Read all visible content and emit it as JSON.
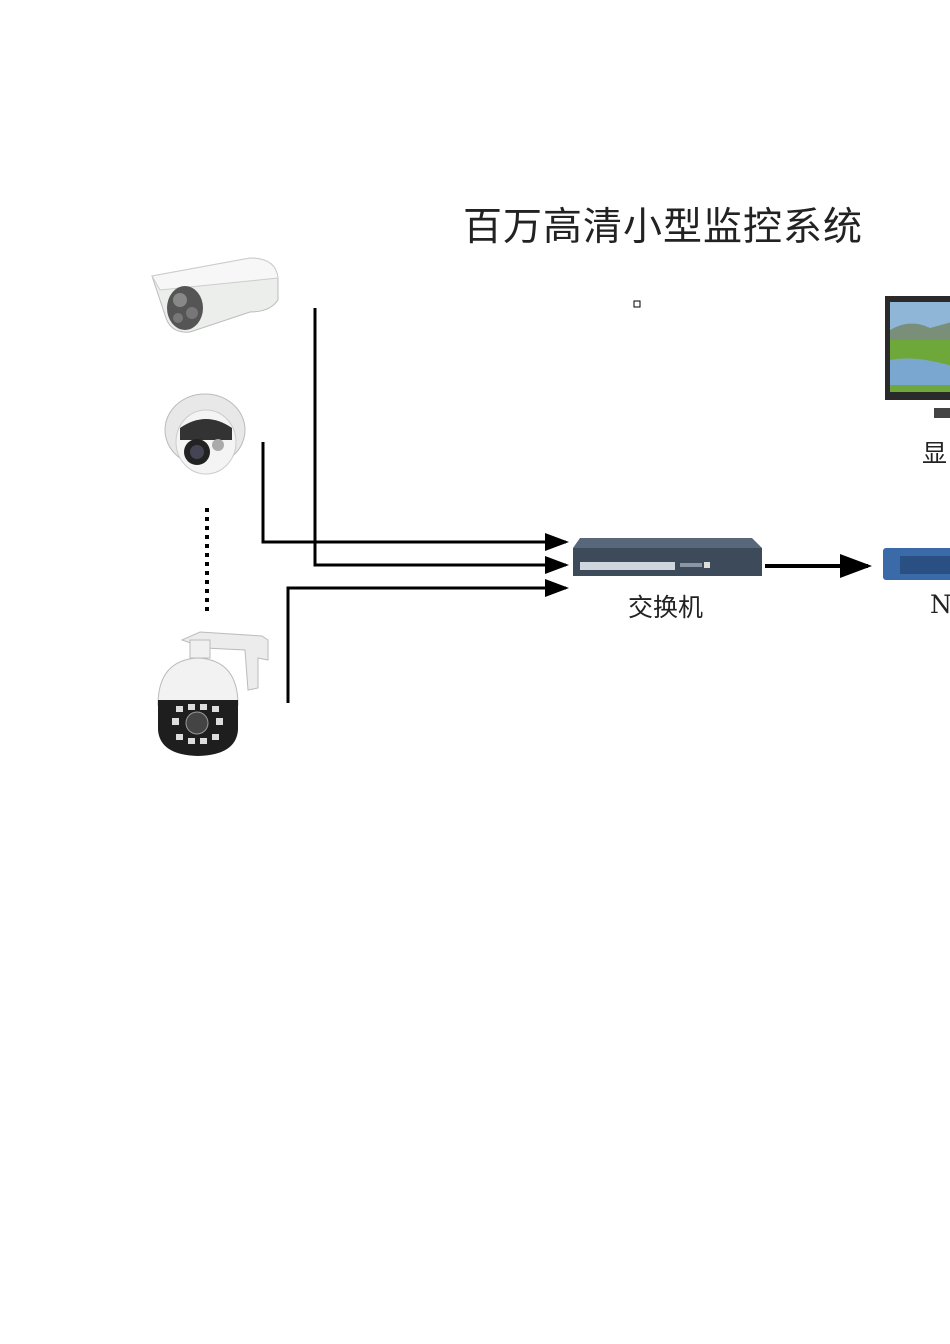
{
  "title": "百万高清小型监控系统",
  "devices": {
    "switch_label": "交换机",
    "monitor_label": "显",
    "nvr_label": "NV"
  },
  "colors": {
    "line": "#000000",
    "switch_body": "#3d4a5a",
    "nvr_body": "#3b6aa8"
  }
}
